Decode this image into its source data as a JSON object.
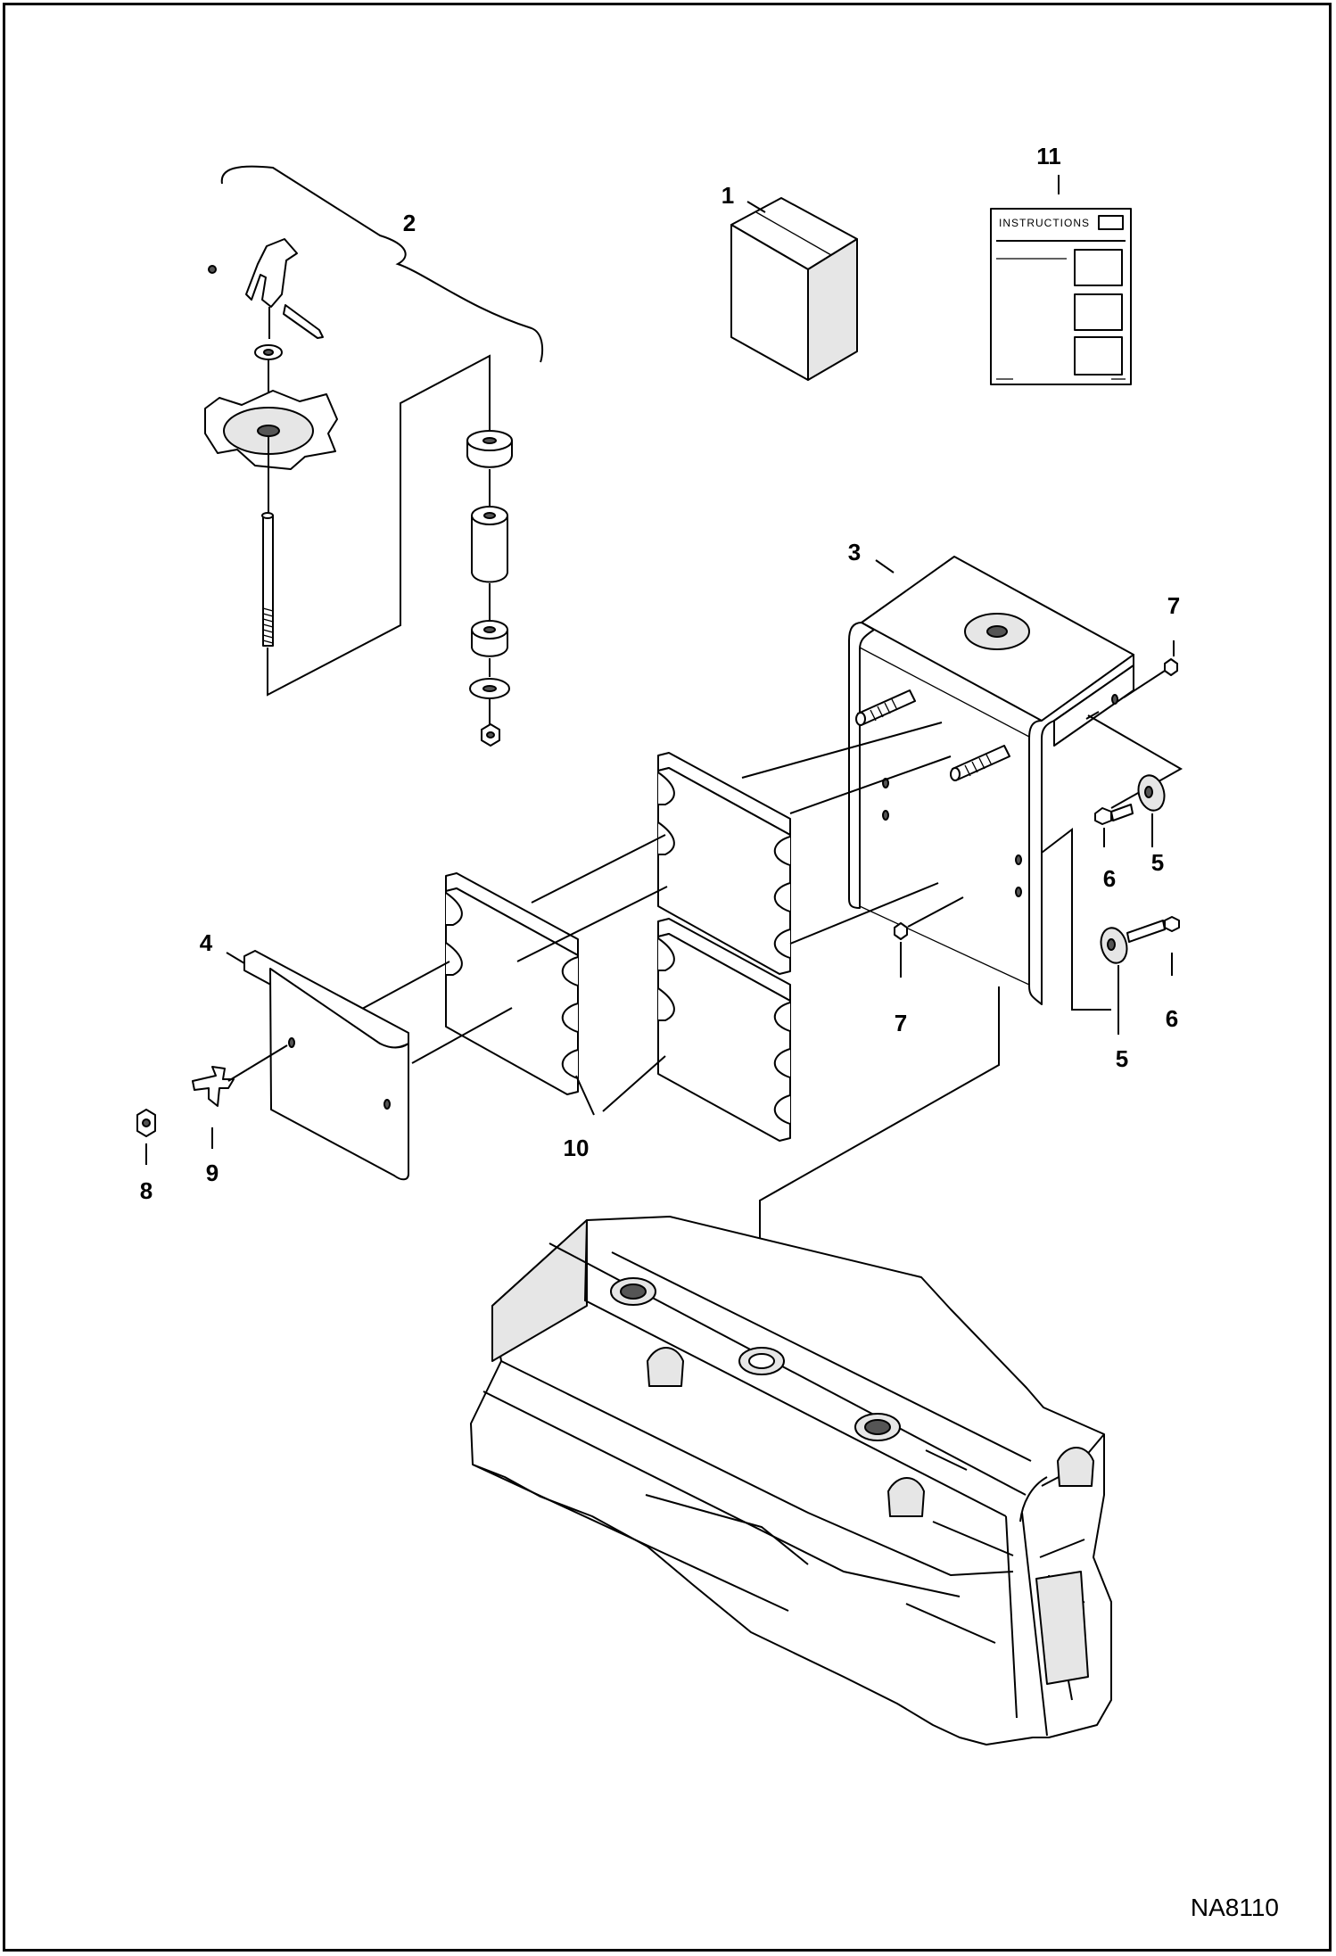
{
  "diagram": {
    "document_id": "NA8110",
    "instruction_sheet_title": "INSTRUCTIONS",
    "callouts": [
      {
        "id": "callout-11",
        "text": "11"
      },
      {
        "id": "callout-1",
        "text": "1"
      },
      {
        "id": "callout-2",
        "text": "2"
      },
      {
        "id": "callout-3",
        "text": "3"
      },
      {
        "id": "callout-7a",
        "text": "7"
      },
      {
        "id": "callout-6a",
        "text": "6"
      },
      {
        "id": "callout-5a",
        "text": "5"
      },
      {
        "id": "callout-4",
        "text": "4"
      },
      {
        "id": "callout-7b",
        "text": "7"
      },
      {
        "id": "callout-6b",
        "text": "6"
      },
      {
        "id": "callout-5b",
        "text": "5"
      },
      {
        "id": "callout-10",
        "text": "10"
      },
      {
        "id": "callout-8",
        "text": "8"
      },
      {
        "id": "callout-9",
        "text": "9"
      }
    ]
  }
}
